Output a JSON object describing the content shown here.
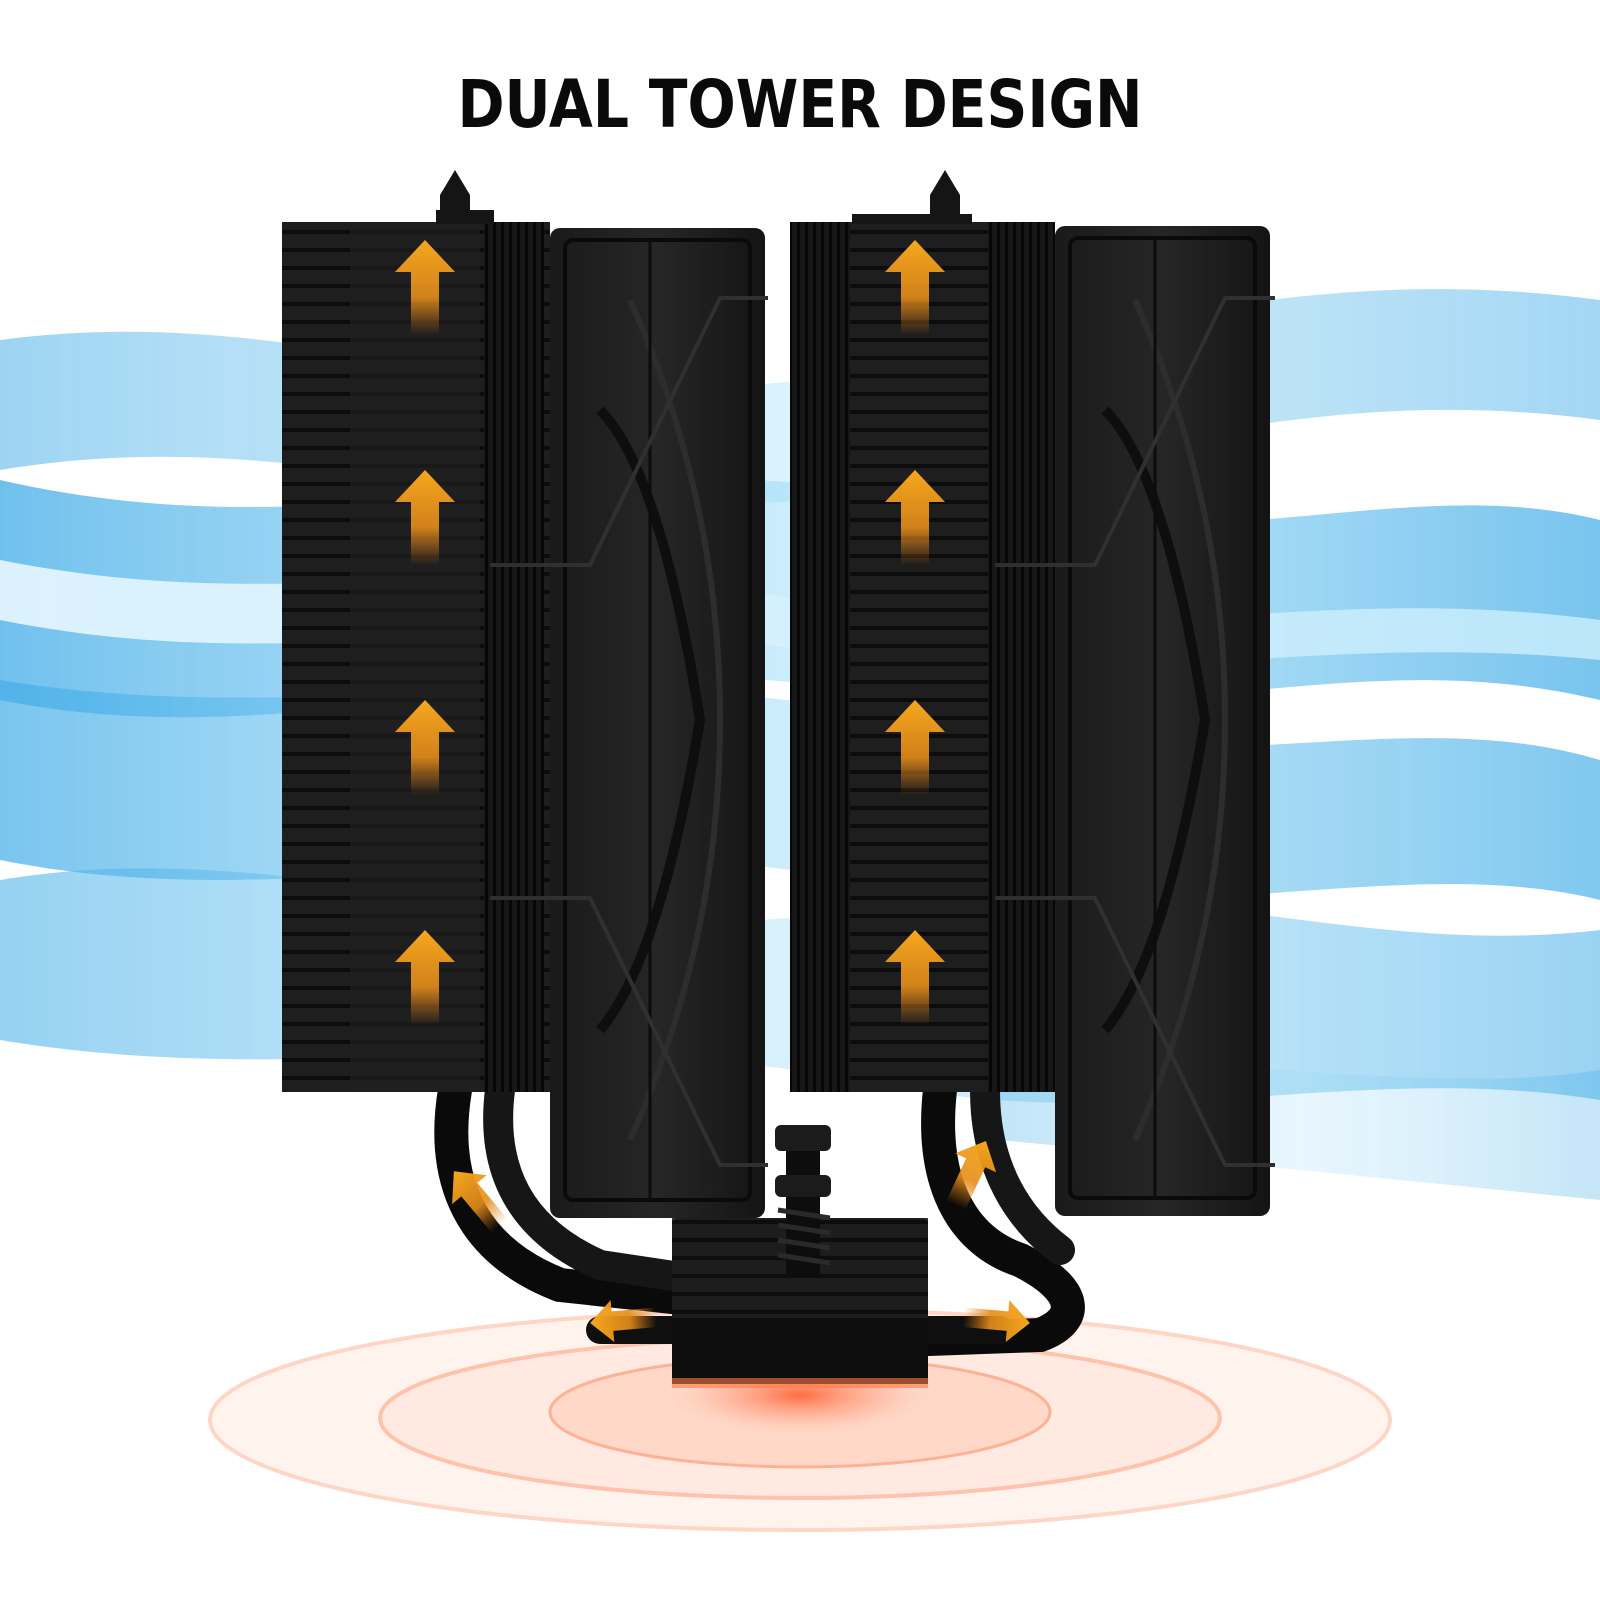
{
  "headline": "DUAL TOWER DESIGN",
  "palette": {
    "background": "#ffffff",
    "airflow_blue": "#4fc3f7",
    "heatsink_black": "#1c1c1c",
    "arrow_orange": "#f0a020",
    "heat_glow": "#ff7a45"
  },
  "illustration": {
    "subject": "dual tower CPU air cooler",
    "towers": [
      "left-tower",
      "right-tower"
    ],
    "fans": [
      "left-fan",
      "right-fan"
    ],
    "heatflow_arrows_per_tower": 4,
    "icons": [
      "heatflow-arrow-icon",
      "heat-ripple-icon"
    ]
  }
}
